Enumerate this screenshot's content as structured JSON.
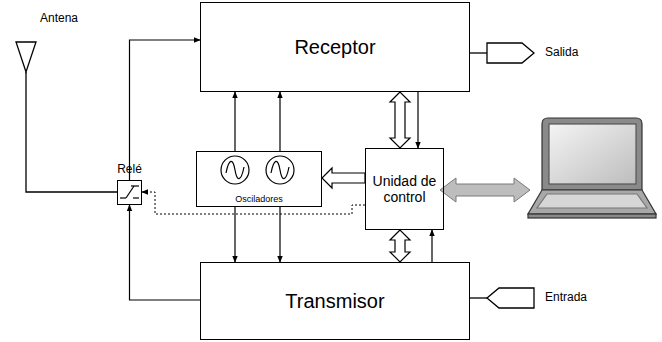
{
  "diagram": {
    "nodes": [
      {
        "text": [
          "Receptor"
        ]
      },
      {
        "text": [
          "Relé"
        ]
      },
      {
        "text": [
          "Osciladores"
        ]
      },
      {
        "text": [
          "Unidad de control"
        ]
      },
      {
        "text": [
          "Transmisor"
        ]
      }
    ],
    "edges": [
      {
        "from": 0,
        "to": 3,
        "arrow": "both"
      },
      {
        "from": 0,
        "to": 3,
        "arrow": "to"
      },
      {
        "from": 4,
        "to": 3,
        "arrow": "to"
      },
      {
        "from": 3,
        "to": 4,
        "arrow": "both"
      },
      {
        "from": 3,
        "to": 2,
        "arrow": "to"
      },
      {
        "from": 2,
        "to": 0,
        "arrow": "to"
      },
      {
        "from": 2,
        "to": 0,
        "arrow": "to"
      },
      {
        "from": 2,
        "to": 4,
        "arrow": "to"
      },
      {
        "from": 2,
        "to": 4,
        "arrow": "to"
      },
      {
        "from": 1,
        "to": 0,
        "arrow": "to"
      },
      {
        "from": 4,
        "to": 1,
        "arrow": "to"
      },
      {
        "from": 3,
        "to": 1,
        "arrow": "to"
      }
    ],
    "labels": [
      "Antena",
      "Salida",
      "Entrada"
    ]
  }
}
